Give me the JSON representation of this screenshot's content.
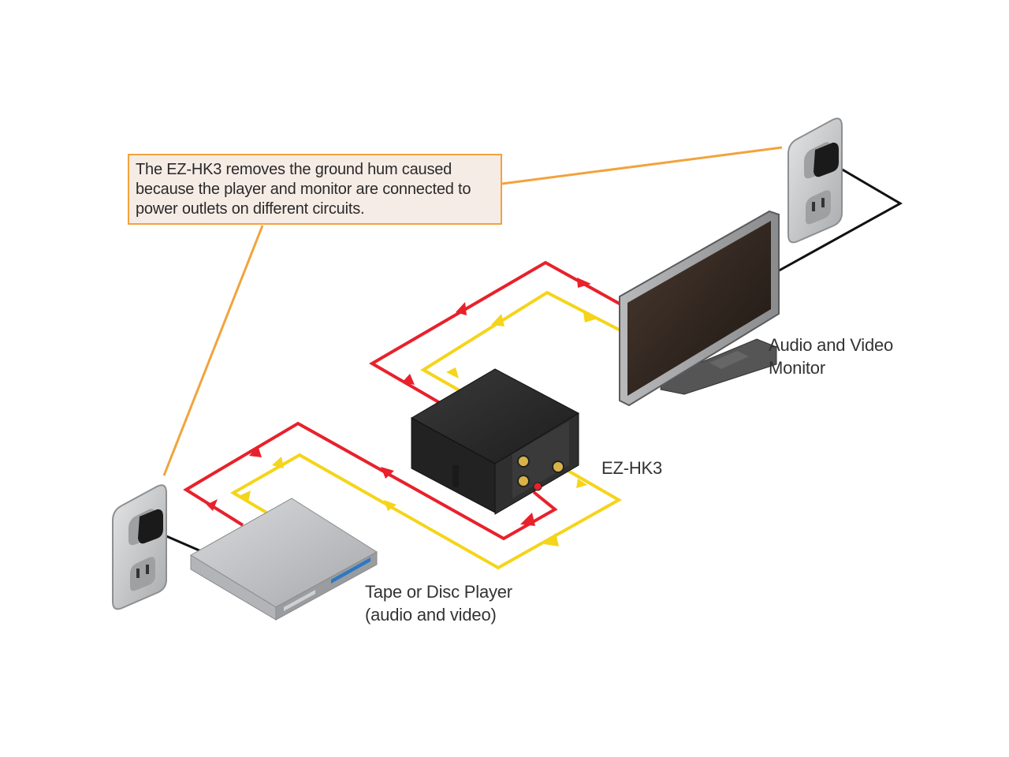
{
  "callout": {
    "lines": [
      "The EZ-HK3 removes the ground hum caused",
      "because the player and monitor are connected to",
      "power outlets on different circuits."
    ]
  },
  "labels": {
    "monitor": [
      "Audio and Video",
      "Monitor"
    ],
    "device": "EZ-HK3",
    "player": [
      "Tape or Disc Player",
      "(audio and video)"
    ]
  },
  "colors": {
    "callout_border": "#f2a33c",
    "callout_fill": "#f6ece6",
    "leader_line": "#f2a33c",
    "red_cable": "#e8212b",
    "yellow_cable": "#f5d41a",
    "power_cord": "#111111",
    "outlet_plate": "#c9cacb",
    "device_body": "#2b2b2b",
    "monitor_screen": "#3a2a20"
  },
  "icons": {
    "outlet_left": "wall-outlet-icon",
    "outlet_right": "wall-outlet-icon",
    "monitor": "tv-monitor-icon",
    "device": "hum-eliminator-box-icon",
    "player": "disc-player-icon"
  }
}
